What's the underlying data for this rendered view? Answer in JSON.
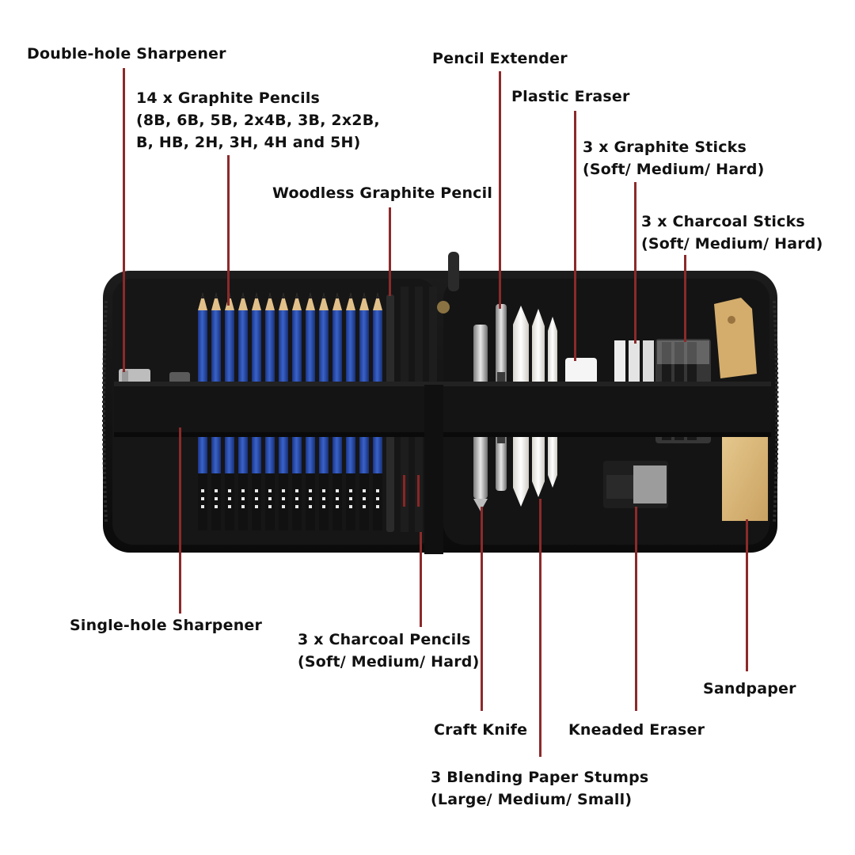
{
  "labels": {
    "double_hole_sharpener": "Double-hole Sharpener",
    "graphite_pencils": [
      "14 x Graphite Pencils",
      "(8B, 6B, 5B, 2x4B, 3B, 2x2B,",
      "B, HB, 2H, 3H, 4H and 5H)"
    ],
    "woodless_graphite_pencil": "Woodless Graphite Pencil",
    "pencil_extender": "Pencil Extender",
    "plastic_eraser": "Plastic Eraser",
    "graphite_sticks": [
      "3 x Graphite Sticks",
      "(Soft/ Medium/ Hard)"
    ],
    "charcoal_sticks": [
      "3 x Charcoal Sticks",
      "(Soft/ Medium/ Hard)"
    ],
    "single_hole_sharpener": "Single-hole Sharpener",
    "charcoal_pencils": [
      "3 x Charcoal Pencils",
      "(Soft/ Medium/ Hard)"
    ],
    "sandpaper": "Sandpaper",
    "craft_knife": "Craft Knife",
    "kneaded_eraser": "Kneaded Eraser",
    "blending_stumps": [
      "3 Blending Paper Stumps",
      "(Large/ Medium/ Small)"
    ]
  },
  "colors": {
    "case": "#121212",
    "strap": "#1a1a1a",
    "pencil_body": "#1f3f9a",
    "pencil_highlight": "#3a63c9",
    "leader_line": "#8c2a2a",
    "sandpaper": "#d8b67a",
    "stump": "#f2f0ea"
  }
}
